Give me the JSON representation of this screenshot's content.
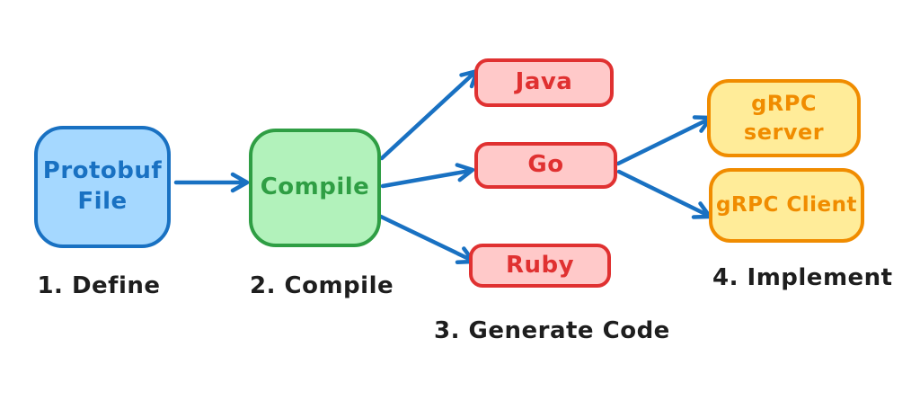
{
  "canvas": {
    "background": "#ffffff"
  },
  "colors": {
    "canvas_bg": "#ffffff",
    "arrow": "#1971c2",
    "blue_fill": "#a5d8ff",
    "blue_stroke": "#1971c2",
    "green_fill": "#b2f2bb",
    "green_stroke": "#2f9e44",
    "red_fill": "#ffc9c9",
    "red_stroke": "#e03131",
    "yellow_fill": "#ffec99",
    "yellow_stroke": "#f08c00",
    "label_text": "#1e1e1e"
  },
  "nodes": [
    {
      "id": "protobuf-file",
      "label": "Protobuf\nFile",
      "color": "blue"
    },
    {
      "id": "compile",
      "label": "Compile",
      "color": "green"
    },
    {
      "id": "java",
      "label": "Java",
      "color": "red"
    },
    {
      "id": "go",
      "label": "Go",
      "color": "red"
    },
    {
      "id": "ruby",
      "label": "Ruby",
      "color": "red"
    },
    {
      "id": "grpc-server",
      "label": "gRPC\nserver",
      "color": "yellow"
    },
    {
      "id": "grpc-client",
      "label": "gRPC Client",
      "color": "yellow"
    }
  ],
  "edges": [
    {
      "from": "protobuf-file",
      "to": "compile"
    },
    {
      "from": "compile",
      "to": "java"
    },
    {
      "from": "compile",
      "to": "go"
    },
    {
      "from": "compile",
      "to": "ruby"
    },
    {
      "from": "go",
      "to": "grpc-server"
    },
    {
      "from": "go",
      "to": "grpc-client"
    }
  ],
  "steps": [
    {
      "text": "1. Define"
    },
    {
      "text": "2. Compile"
    },
    {
      "text": "3. Generate Code"
    },
    {
      "text": "4. Implement"
    }
  ]
}
